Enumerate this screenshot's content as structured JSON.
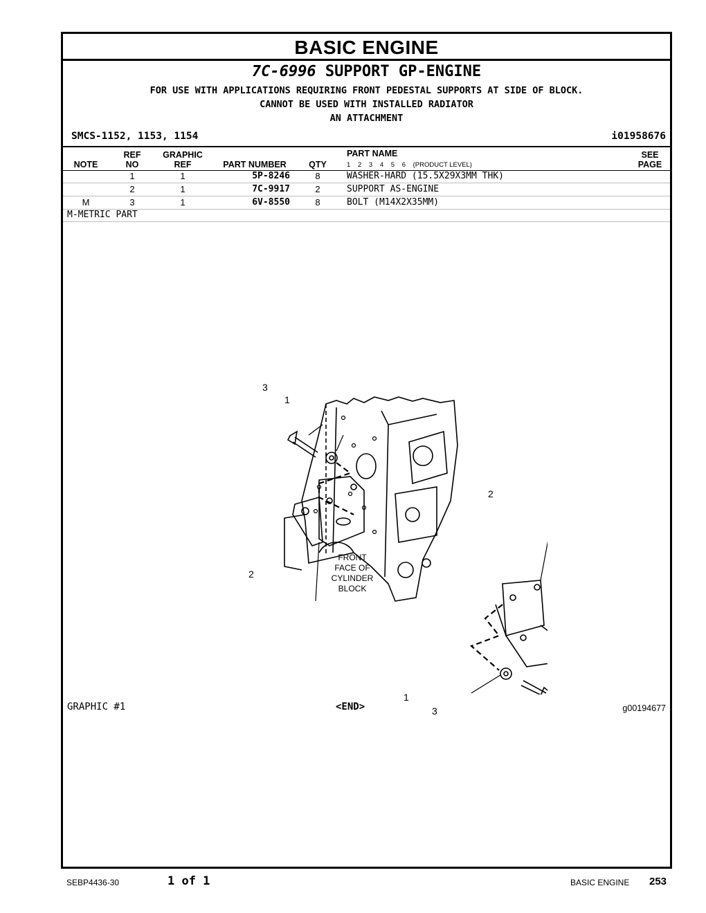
{
  "section_title": "BASIC  ENGINE",
  "group": {
    "part_number": "7C-6996",
    "name": "SUPPORT GP-ENGINE",
    "descriptions": [
      "FOR USE WITH APPLICATIONS REQUIRING FRONT PEDESTAL SUPPORTS AT SIDE OF BLOCK.",
      "CANNOT BE USED WITH INSTALLED RADIATOR",
      "AN ATTACHMENT"
    ]
  },
  "smcs": "SMCS-1152, 1153, 1154",
  "info_id": "i01958676",
  "table": {
    "headers": {
      "note": "NOTE",
      "ref_no_1": "REF",
      "ref_no_2": "NO",
      "graphic_ref_1": "GRAPHIC",
      "graphic_ref_2": "REF",
      "part_number": "PART NUMBER",
      "qty": "QTY",
      "part_name": "PART NAME",
      "product_levels": [
        "1",
        "2",
        "3",
        "4",
        "5",
        "6",
        "(PRODUCT LEVEL)"
      ],
      "see_page_1": "SEE",
      "see_page_2": "PAGE"
    },
    "rows": [
      {
        "note": "",
        "ref_no": "1",
        "graphic_ref": "1",
        "part_number": "5P-8246",
        "qty": "8",
        "part_name": "WASHER-HARD (15.5X29X3MM THK)"
      },
      {
        "note": "",
        "ref_no": "2",
        "graphic_ref": "1",
        "part_number": "7C-9917",
        "qty": "2",
        "part_name": "SUPPORT AS-ENGINE"
      },
      {
        "note": "M",
        "ref_no": "3",
        "graphic_ref": "1",
        "part_number": "6V-8550",
        "qty": "8",
        "part_name": "BOLT (M14X2X35MM)"
      }
    ],
    "legend": "M-METRIC PART"
  },
  "graphic": {
    "callouts": [
      "3",
      "1",
      "2",
      "2",
      "1",
      "3"
    ],
    "label_lines": [
      "FRONT",
      "FACE OF",
      "CYLINDER",
      "BLOCK"
    ],
    "caption": "GRAPHIC #1",
    "end_marker": "<END>",
    "graphic_id": "g00194677"
  },
  "footer": {
    "doc_id": "SEBP4436-30",
    "page_of": "1 of 1",
    "section": "BASIC ENGINE",
    "page_number": "253"
  }
}
